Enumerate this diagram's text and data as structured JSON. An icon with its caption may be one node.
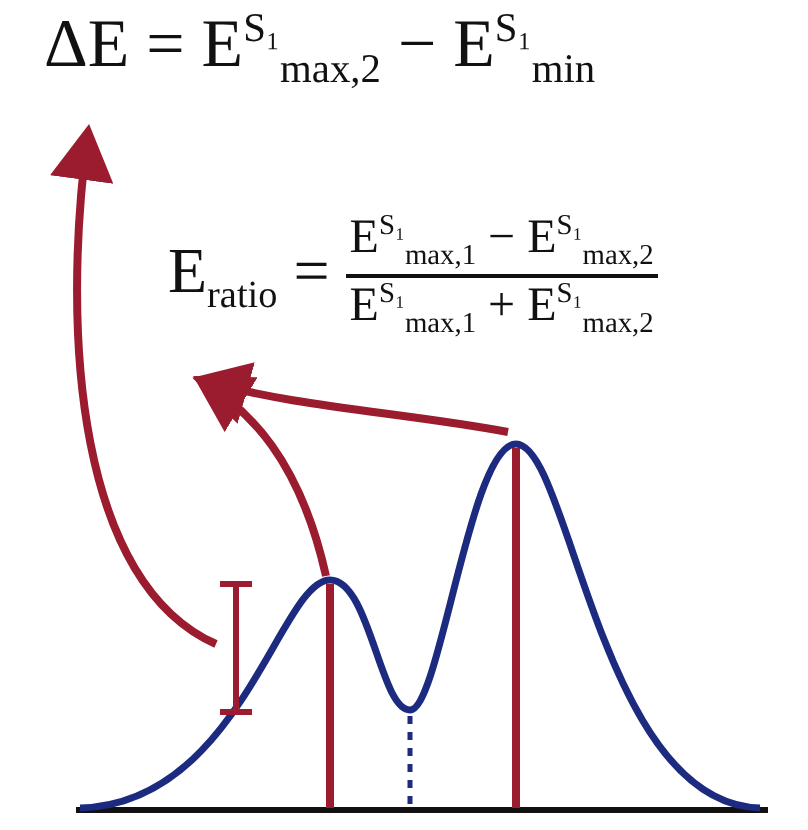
{
  "diagram": {
    "nodes": [
      {
        "text": [
          "ΔE = E$^{S₁}$$_{max,2}$ − E$^{S₁}$$_{min}$"
        ]
      },
      {
        "text": [
          "E$_{ratio}$ =",
          "E$^{S₁}$$_{max,1}$ − E$^{S₁}$$_{max,2}$",
          "E$^{S₁}$$_{max,1}$ + E$^{S₁}$$_{max,2}$"
        ]
      },
      {
        "text": [],
        "shape": "bar"
      },
      {
        "text": [],
        "shape": "bar"
      },
      {
        "text": [],
        "shape": "bar"
      }
    ],
    "edges": [
      {
        "from": 2,
        "to": 0,
        "arrow": "to"
      },
      {
        "from": 3,
        "to": 1,
        "arrow": "to"
      },
      {
        "from": 4,
        "to": 1,
        "arrow": "to"
      }
    ]
  }
}
